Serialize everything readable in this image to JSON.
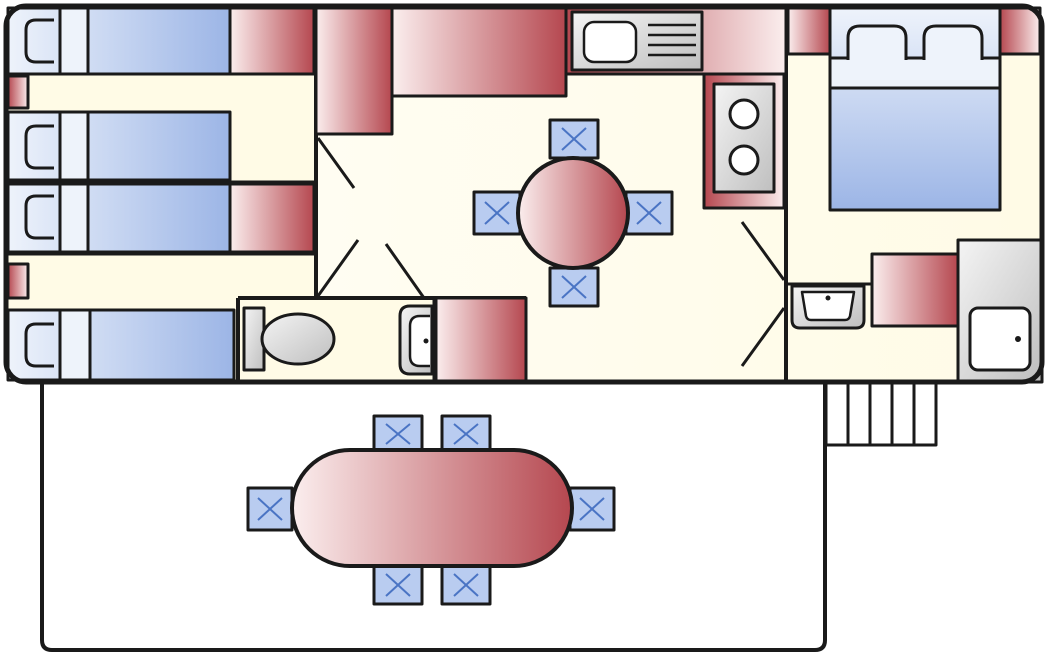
{
  "diagram": {
    "type": "floor-plan",
    "text_labels": [],
    "rooms": [
      "bedroom-bunks",
      "living-dining",
      "kitchen",
      "master-bedroom",
      "wc",
      "shower-room"
    ],
    "outdoor": [
      "terrace",
      "entrance-steps"
    ],
    "furniture": {
      "single_beds": 4,
      "double_beds": 1,
      "indoor_dining_chairs": 4,
      "terrace_dining_chairs": 6,
      "hob_rings": 2
    }
  },
  "colors": {
    "outline": "#1a1a1a",
    "floor": "#fffbe6",
    "wood_dark": "#b5474f",
    "wood_light": "#fbeeee",
    "bed_blue": "#9cb5e6",
    "bed_light": "#eef3fb",
    "chair_fill": "#b9ccf0",
    "chair_cross": "#4a74c4",
    "fixture_gray": "#bfbfbf"
  }
}
